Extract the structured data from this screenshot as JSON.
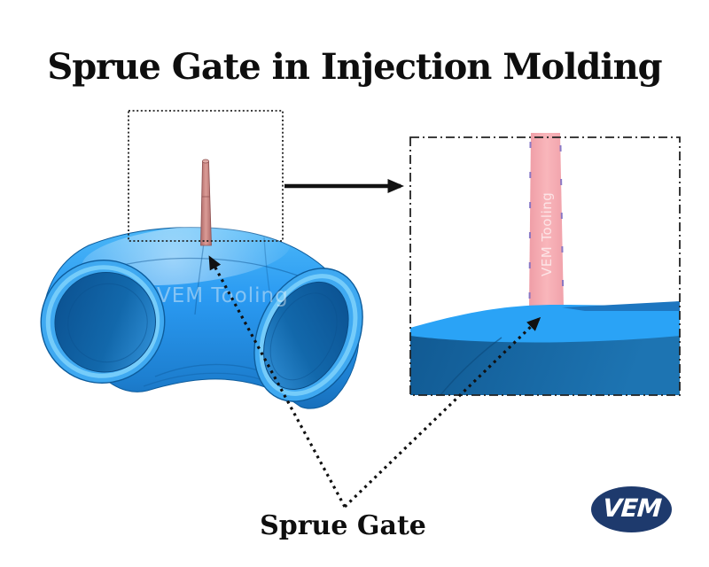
{
  "title": "Sprue Gate in Injection Molding",
  "caption": {
    "sprue_gate": "Sprue Gate"
  },
  "watermarks": {
    "model": "VEM Tooling",
    "detail": "VEM Tooling"
  },
  "logo": {
    "text": "VEM"
  },
  "colors": {
    "pipe_blue": "#2493ef",
    "pipe_highlight": "#4cb8f8",
    "pipe_shadow": "#1465ad",
    "sprue_pin_salmon": "#c97e7c",
    "detail_sprue_pink": "#f5abb1",
    "detail_light_blue": "#2aa3f6",
    "detail_mid_blue": "#1d76c0",
    "detail_dark_blue": "#15639f",
    "logo_navy": "#1e3a6d",
    "annotation_black": "#111111"
  }
}
